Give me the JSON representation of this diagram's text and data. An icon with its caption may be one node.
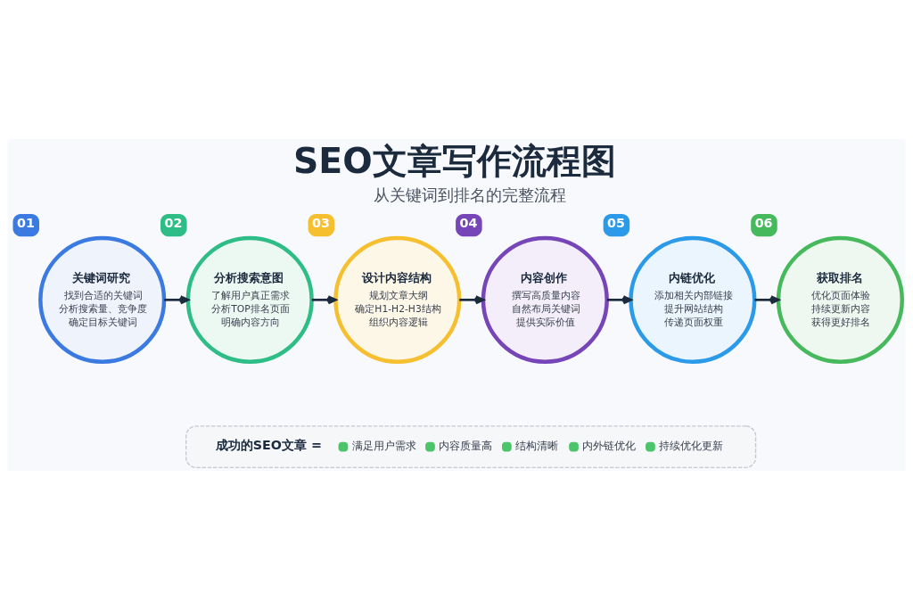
{
  "diagram": {
    "title": "SEO文章写作流程图",
    "nodes": [
      {
        "text": [
          "关键词研究",
          "找到合适的关键词",
          "分析搜索量、竞争度",
          "确定目标关键词"
        ],
        "beside": [
          "01"
        ]
      },
      {
        "text": [
          "分析搜索意图",
          "了解用户真正需求",
          "分析TOP排名页面",
          "明确内容方向"
        ],
        "beside": [
          "02"
        ]
      },
      {
        "text": [
          "设计内容结构",
          "规划文章大纲",
          "确定H1-H2-H3结构",
          "组织内容逻辑"
        ],
        "beside": [
          "03"
        ]
      },
      {
        "text": [
          "内容创作",
          "撰写高质量内容",
          "自然布局关键词",
          "提供实际价值"
        ],
        "beside": [
          "04"
        ]
      },
      {
        "text": [
          "内链优化",
          "添加相关内部链接",
          "提升网站结构",
          "传递页面权重"
        ],
        "beside": [
          "05"
        ]
      },
      {
        "text": [
          "获取排名",
          "优化页面体验",
          "持续更新内容",
          "获得更好排名"
        ],
        "beside": [
          "06"
        ]
      },
      {
        "text": [
          "成功的SEO文章 =",
          "满足用户需求",
          "内容质量高",
          "结构清晰",
          "内外链优化",
          "持续优化更新"
        ]
      }
    ],
    "edges": [
      {
        "from": 0,
        "to": 1,
        "arrow": "to"
      },
      {
        "from": 1,
        "to": 2,
        "arrow": "to"
      },
      {
        "from": 2,
        "to": 3,
        "arrow": "to"
      },
      {
        "from": 3,
        "to": 4,
        "arrow": "to"
      },
      {
        "from": 4,
        "to": 5,
        "arrow": "to"
      }
    ],
    "labels": [
      "从关键词到排名的完整流程"
    ]
  }
}
